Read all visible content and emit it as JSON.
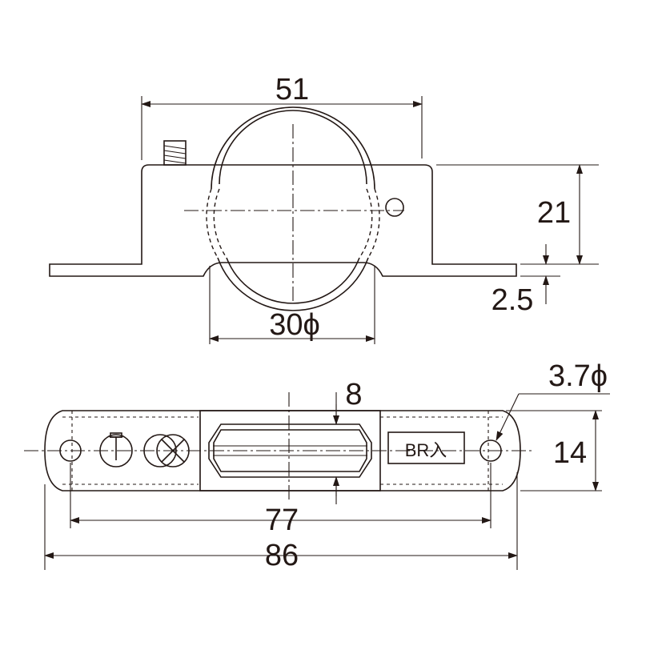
{
  "dimensions": {
    "width_top": "51",
    "height_top": "21",
    "plate_thickness": "2.5",
    "wheel_diameter": "30ϕ",
    "slot_width": "8",
    "hole_diameter": "3.7ϕ",
    "plate_width": "14",
    "hole_pitch": "77",
    "overall_length": "86"
  },
  "labels": {
    "stamp": "BR入"
  },
  "icons": {
    "screw_head": "slotted-screw-icon",
    "cross_screw": "cross-screw-icon",
    "adjust_screw": "adjust-screw-icon"
  },
  "colors": {
    "line": "#231815",
    "background": "#ffffff"
  }
}
